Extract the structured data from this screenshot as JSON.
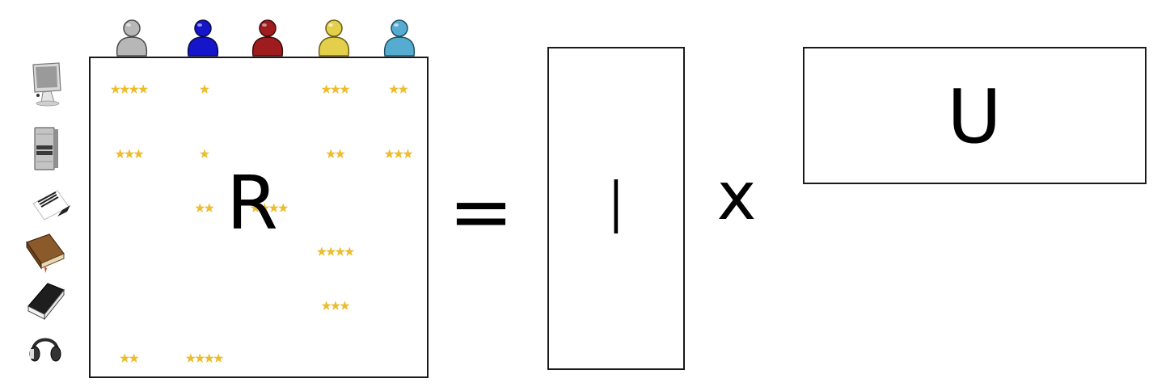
{
  "equation": {
    "matrix_r": "R",
    "equals": "=",
    "matrix_i": "I",
    "times": "x",
    "matrix_u": "U"
  },
  "star_glyph": "★",
  "users": [
    {
      "icon": "gray-user-icon",
      "color": "#b7b7b7"
    },
    {
      "icon": "blue-user-icon",
      "color": "#1515c9"
    },
    {
      "icon": "red-user-icon",
      "color": "#9e1b1e"
    },
    {
      "icon": "yellow-user-icon",
      "color": "#e3cf4a"
    },
    {
      "icon": "light-blue-user-icon",
      "color": "#55abd0"
    }
  ],
  "items": [
    {
      "icon": "desktop-monitor-icon"
    },
    {
      "icon": "computer-tower-icon"
    },
    {
      "icon": "spiral-notebook-icon"
    },
    {
      "icon": "brown-book-icon"
    },
    {
      "icon": "black-book-icon"
    },
    {
      "icon": "headphones-icon"
    }
  ],
  "ratings": [
    {
      "item": 0,
      "user": 0,
      "stars": 4
    },
    {
      "item": 0,
      "user": 1,
      "stars": 1
    },
    {
      "item": 0,
      "user": 3,
      "stars": 3
    },
    {
      "item": 0,
      "user": 4,
      "stars": 2
    },
    {
      "item": 1,
      "user": 0,
      "stars": 3
    },
    {
      "item": 1,
      "user": 1,
      "stars": 1
    },
    {
      "item": 1,
      "user": 3,
      "stars": 2
    },
    {
      "item": 1,
      "user": 4,
      "stars": 3
    },
    {
      "item": 2,
      "user": 1,
      "stars": 2
    },
    {
      "item": 2,
      "user": 2,
      "stars": 4
    },
    {
      "item": 3,
      "user": 3,
      "stars": 4
    },
    {
      "item": 4,
      "user": 3,
      "stars": 3
    },
    {
      "item": 5,
      "user": 0,
      "stars": 2
    },
    {
      "item": 5,
      "user": 1,
      "stars": 4
    }
  ]
}
